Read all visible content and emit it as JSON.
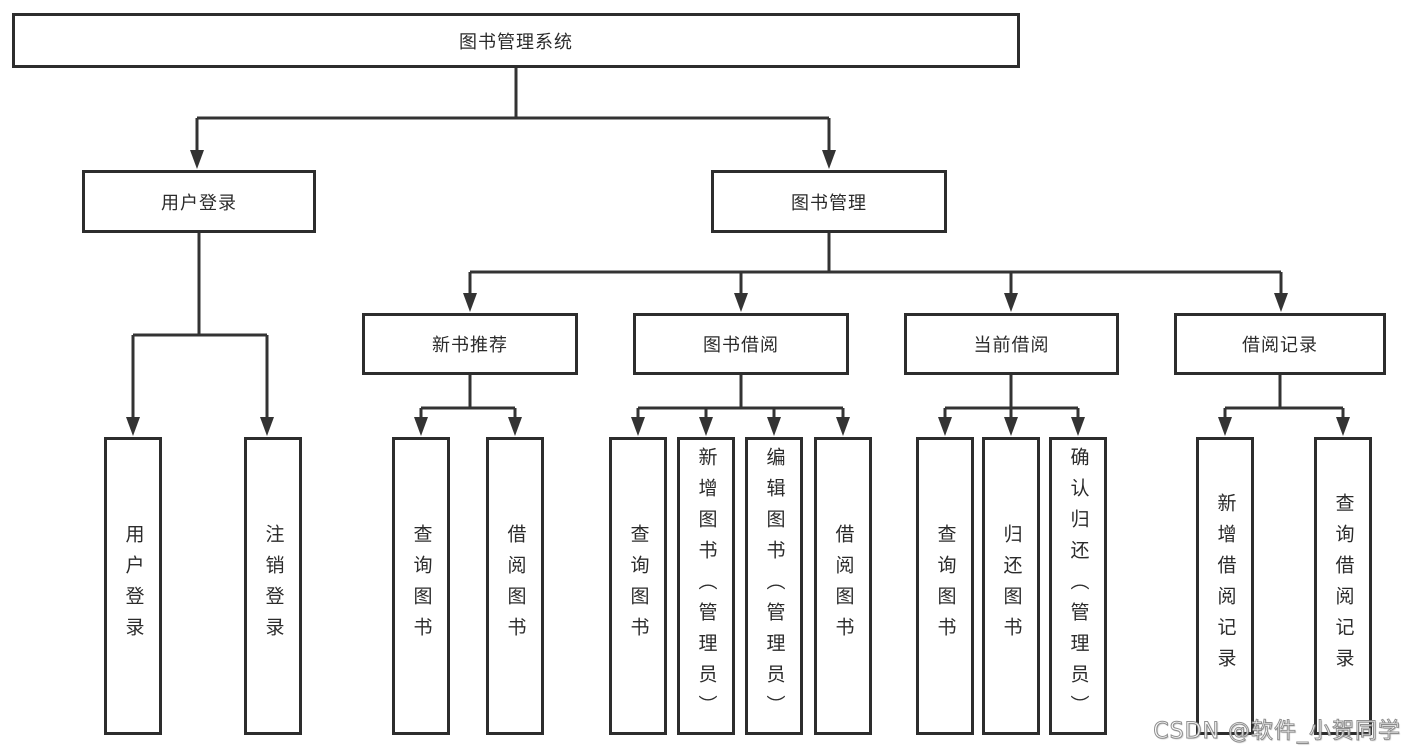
{
  "watermark": {
    "text": "CSDN @软件_小贺同学"
  },
  "colors": {
    "line": "#333333",
    "box_border": "#2d2d2d",
    "text": "#2b2b2b",
    "background": "#ffffff"
  },
  "tree": {
    "root": {
      "label": "图书管理系统",
      "children": [
        {
          "label": "用户登录",
          "children": [
            {
              "label": "用户登录"
            },
            {
              "label": "注销登录"
            }
          ]
        },
        {
          "label": "图书管理",
          "children": [
            {
              "label": "新书推荐",
              "children": [
                {
                  "label": "查询图书"
                },
                {
                  "label": "借阅图书"
                }
              ]
            },
            {
              "label": "图书借阅",
              "children": [
                {
                  "label": "查询图书"
                },
                {
                  "label": "新增图书（管理员）"
                },
                {
                  "label": "编辑图书（管理员）"
                },
                {
                  "label": "借阅图书"
                }
              ]
            },
            {
              "label": "当前借阅",
              "children": [
                {
                  "label": "查询图书"
                },
                {
                  "label": "归还图书"
                },
                {
                  "label": "确认归还（管理员）"
                }
              ]
            },
            {
              "label": "借阅记录",
              "children": [
                {
                  "label": "新增借阅记录"
                },
                {
                  "label": "查询借阅记录"
                }
              ]
            }
          ]
        }
      ]
    }
  }
}
